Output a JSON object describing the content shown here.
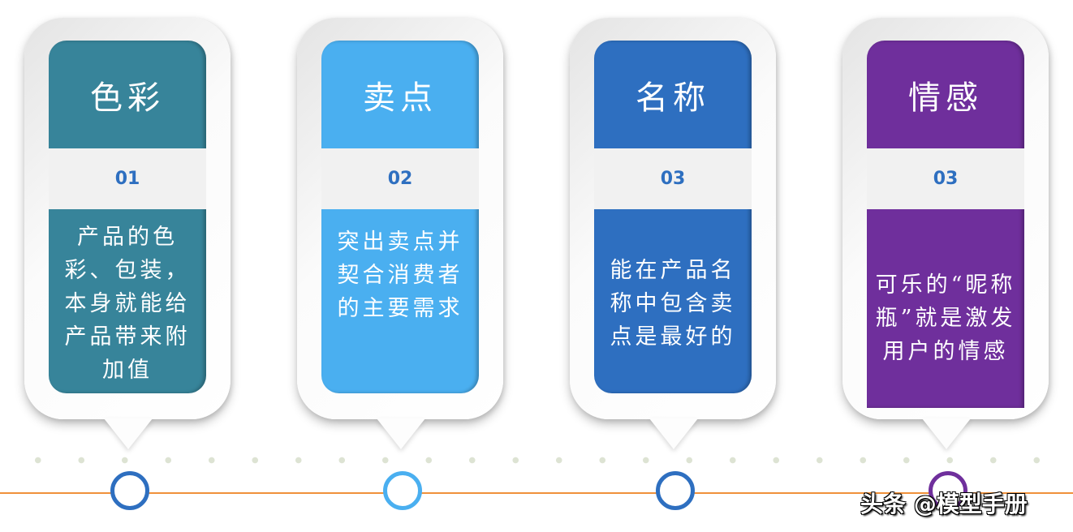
{
  "cards": [
    {
      "title": "色彩",
      "number": "01",
      "text": "产品的色彩、包装，本身就能给产品带来附加值",
      "color": "#37849a"
    },
    {
      "title": "卖点",
      "number": "02",
      "text": "突出卖点并契合消费者的主要需求",
      "color": "#4aaff0"
    },
    {
      "title": "名称",
      "number": "03",
      "text": "能在产品名称中包含卖点是最好的",
      "color": "#2e6fc0"
    },
    {
      "title": "情感",
      "number": "03",
      "text": "可乐的“昵称瓶”就是激发用户的情感",
      "color": "#6f2f9c"
    }
  ],
  "watermark": "头条 @模型手册",
  "number_color": "#2e6fc0",
  "timeline_color": "#f0913a"
}
